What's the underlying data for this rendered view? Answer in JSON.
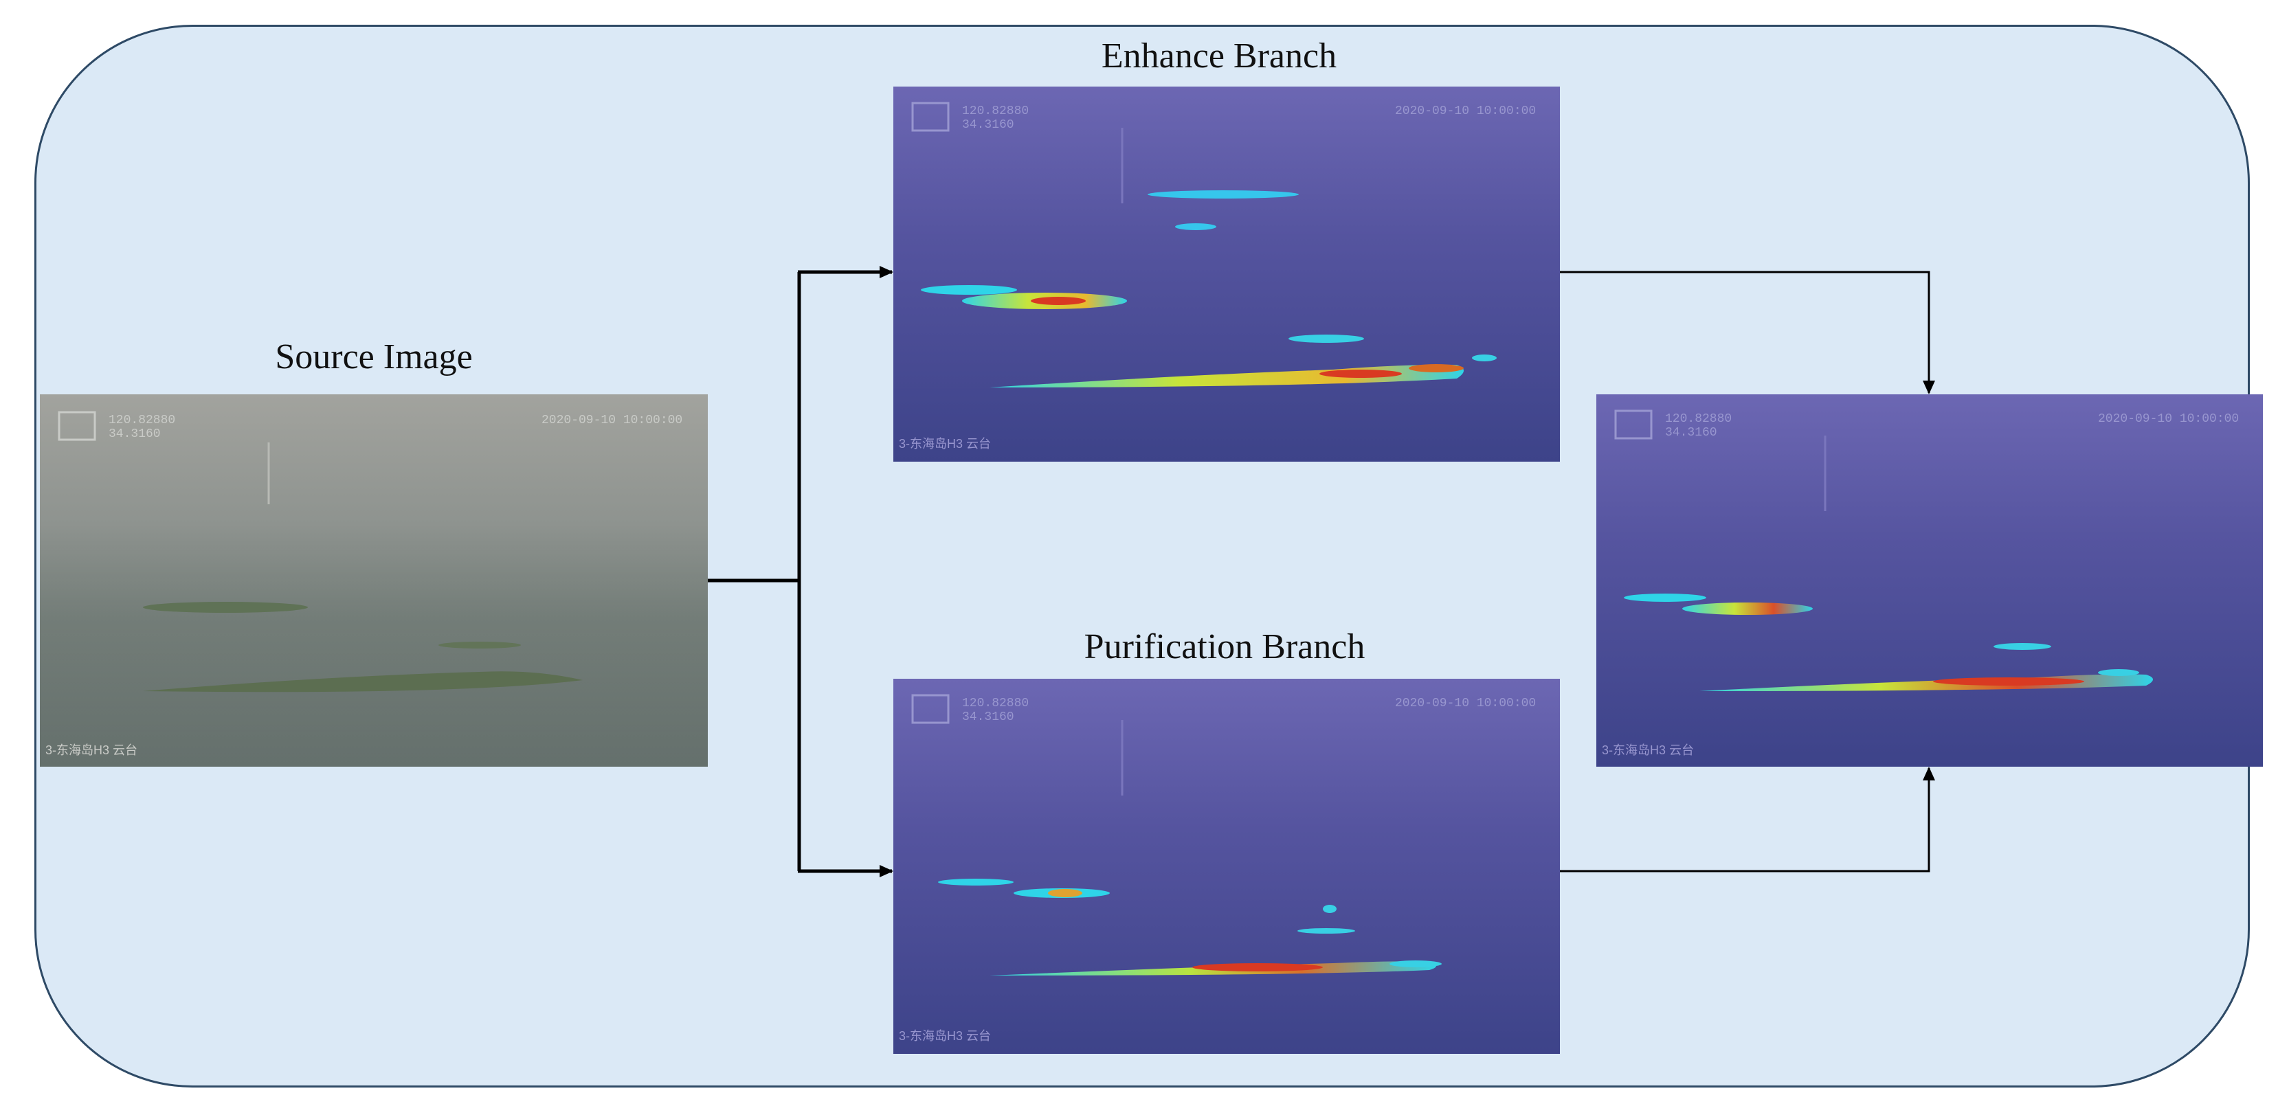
{
  "labels": {
    "source": "Source Image",
    "enhance": "Enhance Branch",
    "purification": "Purification Branch"
  },
  "overlay_text": {
    "coords_line1": "120.82880",
    "coords_line2": "34.3160",
    "timestamp": "2020-09-10 10:00:00",
    "camera": "3-东海岛H3 云台"
  },
  "colors": {
    "panel": "#dbe9f6",
    "panel_border": "#2e4a66",
    "arrow": "#000000",
    "haze": "#8d9590",
    "sea": "#5d6a66",
    "blue_map": "#4b4d99",
    "heat_cold": "#2fd4e8",
    "heat_mid": "#c8e43a",
    "heat_hot": "#d93a22"
  }
}
